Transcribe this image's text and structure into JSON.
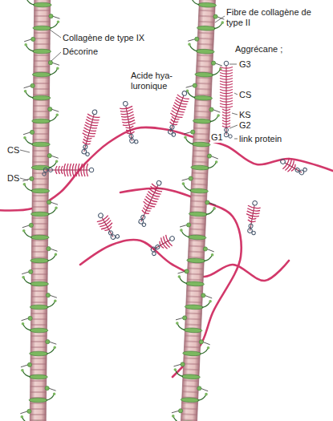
{
  "diagram": {
    "labels": [
      "Collagène de type IX",
      "Décorine",
      "CS",
      "DS",
      "Fibre de collagène de type II",
      "Acide hya- luronique",
      "Aggrécane ;",
      "G3",
      "CS",
      "KS",
      "G2",
      "G1",
      "link protein"
    ]
  }
}
